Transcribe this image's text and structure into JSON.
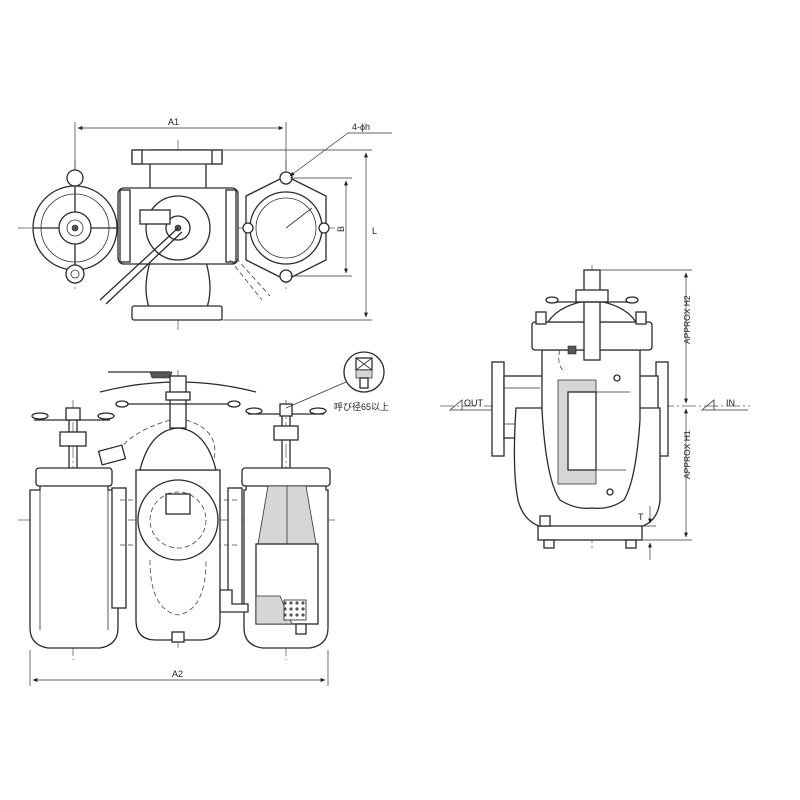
{
  "dimensions": {
    "a1": "A1",
    "a2": "A2",
    "hole": "4-ϕh",
    "b": "B",
    "l": "L",
    "h1": "APPROX H1",
    "h2": "APPROX H2",
    "t": "T"
  },
  "flow": {
    "out": "OUT",
    "in": "IN"
  },
  "notes": {
    "nominal_size": "呼び径65以上"
  }
}
